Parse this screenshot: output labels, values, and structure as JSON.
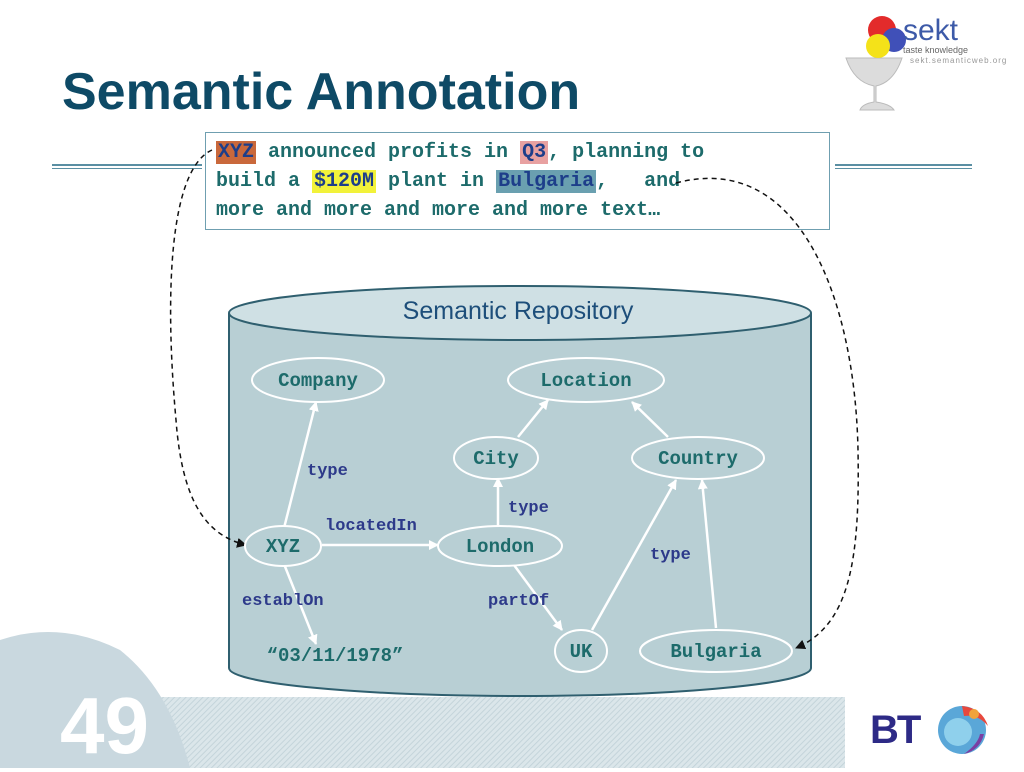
{
  "title": "Semantic Annotation",
  "logo": {
    "name": "sekt",
    "tagline": "taste knowledge",
    "url": "sekt.semanticweb.org",
    "bt": "BT"
  },
  "slide_number": "49",
  "text_box": {
    "line1": {
      "xyz": "XYZ",
      "a": " announced profits in ",
      "q3": "Q3",
      "b": ", planning to"
    },
    "line2": {
      "a": "build a ",
      "money": "$120M",
      "b": " plant in ",
      "bulgaria": "Bulgaria",
      "c": ",   and"
    },
    "line3": "more and more and more and more text…"
  },
  "repository": {
    "title": "Semantic Repository",
    "nodes": {
      "company": "Company",
      "location": "Location",
      "city": "City",
      "country": "Country",
      "xyz": "XYZ",
      "london": "London",
      "uk": "UK",
      "bulgaria": "Bulgaria",
      "date": "“03/11/1978”"
    },
    "edges": {
      "type_company": "type",
      "located_in": "locatedIn",
      "type_city": "type",
      "type_country": "type",
      "establ_on": "establOn",
      "part_of": "partOf"
    }
  },
  "colors": {
    "title": "#0e4a66",
    "cylinder_fill": "#b8cfd4",
    "node_text": "#1d6b6b",
    "edge_label": "#2d3a8a",
    "highlight_xyz": "#c9683b",
    "highlight_q3": "#e8a1a1",
    "highlight_money": "#f2f23a",
    "highlight_bulgaria": "#6aa0b0"
  }
}
